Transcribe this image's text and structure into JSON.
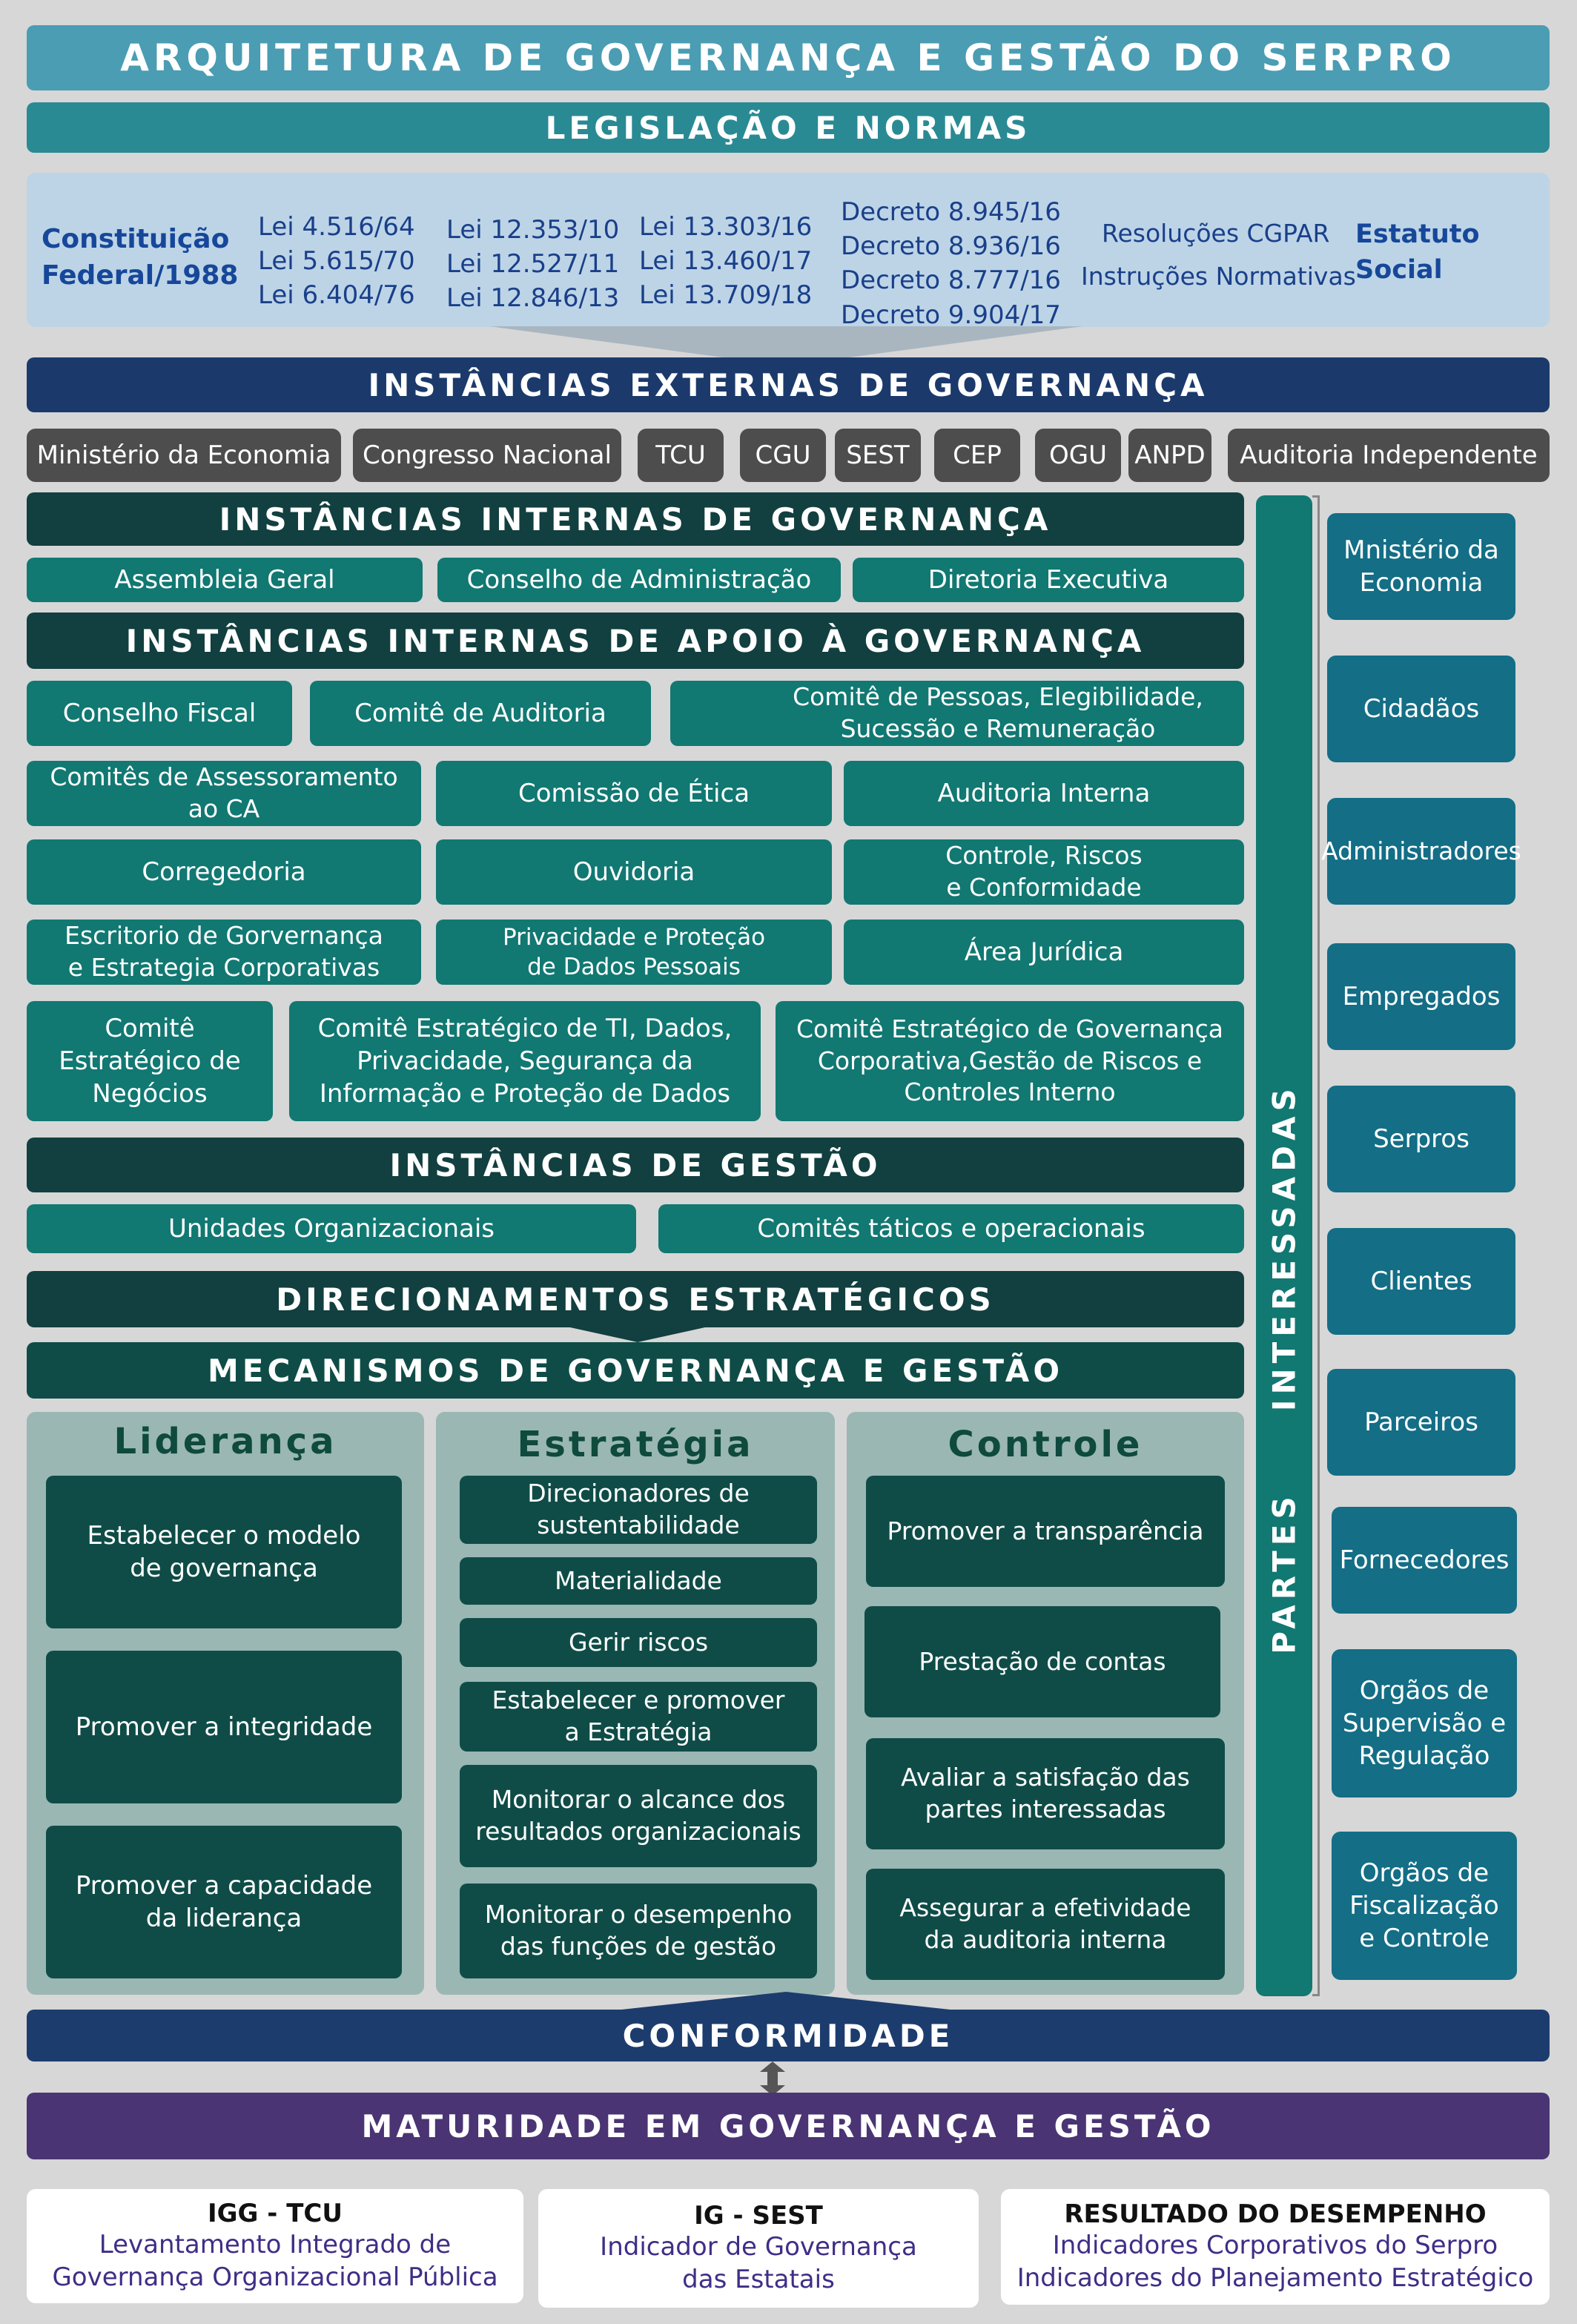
{
  "title": "ARQUITETURA DE GOVERNANÇA E GESTÃO DO SERPRO",
  "legislation": {
    "header": "LEGISLAÇÃO E NORMAS",
    "constitution": "Constituição\nFederal/1988",
    "col1": "Lei 4.516/64\nLei 5.615/70\nLei 6.404/76",
    "col2": "Lei 12.353/10\nLei 12.527/11\nLei 12.846/13",
    "col3": "Lei 13.303/16\nLei 13.460/17\nLei 13.709/18",
    "col4": "Decreto 8.945/16\nDecreto 8.936/16\nDecreto 8.777/16\nDecreto 9.904/17",
    "resolucoes": "Resoluções CGPAR",
    "instrucoes": "Instruções Normativas",
    "estatuto": "Estatuto Social"
  },
  "external": {
    "header": "INSTÂNCIAS EXTERNAS DE GOVERNANÇA",
    "items": [
      "Ministério da Economia",
      "Congresso Nacional",
      "TCU",
      "CGU",
      "SEST",
      "CEP",
      "OGU",
      "ANPD",
      "Auditoria Independente"
    ]
  },
  "internal": {
    "header": "INSTÂNCIAS INTERNAS DE GOVERNANÇA",
    "items": [
      "Assembleia Geral",
      "Conselho de Administração",
      "Diretoria Executiva"
    ]
  },
  "support": {
    "header": "INSTÂNCIAS INTERNAS DE APOIO À GOVERNANÇA",
    "row1": [
      "Conselho Fiscal",
      "Comitê de  Auditoria",
      "Comitê de Pessoas, Elegibilidade,\nSucessão e Remuneração"
    ],
    "row2": [
      "Comitês de Assessoramento\nao CA",
      "Comissão de Ética",
      "Auditoria Interna"
    ],
    "row3": [
      "Corregedoria",
      "Ouvidoria",
      "Controle, Riscos\ne Conformidade"
    ],
    "row4": [
      "Escritorio de Gorvernança\ne Estrategia Corporativas",
      "Privacidade e Proteção\nde Dados Pessoais",
      "Área Jurídica"
    ],
    "row5": [
      "Comitê\nEstratégico de\nNegócios",
      "Comitê Estratégico de TI, Dados,\nPrivacidade, Segurança da\nInformação e Proteção de Dados",
      "Comitê Estratégico de Governança\nCorporativa,Gestão de Riscos e\nControles Interno"
    ]
  },
  "management": {
    "header": "INSTÂNCIAS DE GESTÃO",
    "items": [
      "Unidades Organizacionais",
      "Comitês táticos e operacionais"
    ]
  },
  "strategic_header": "DIRECIONAMENTOS ESTRATÉGICOS",
  "mechanisms": {
    "header": "MECANISMOS DE GOVERNANÇA E GESTÃO",
    "lideranca": {
      "title": "Liderança",
      "items": [
        "Estabelecer o modelo\nde governança",
        "Promover a integridade",
        "Promover a capacidade\nda liderança"
      ]
    },
    "estrategia": {
      "title": "Estratégia",
      "items": [
        "Direcionadores de\nsustentabilidade",
        "Materialidade",
        "Gerir riscos",
        "Estabelecer e promover\na  Estratégia",
        "Monitorar o alcance dos\nresultados organizacionais",
        "Monitorar o desempenho\ndas funções de gestão"
      ]
    },
    "controle": {
      "title": "Controle",
      "items": [
        "Promover a transparência",
        "Prestação de contas",
        "Avaliar a satisfação das\npartes interessadas",
        "Assegurar a efetividade\nda auditoria interna"
      ]
    }
  },
  "stakeholders": {
    "label": "PARTES     INTERESSADAS",
    "items": [
      "Mnistério da\nEconomia",
      "Cidadãos",
      "Administradores",
      "Empregados",
      "Serpros",
      "Clientes",
      "Parceiros",
      "Fornecedores",
      "Orgãos de\nSupervisão e\nRegulação",
      "Orgãos de\nFiscalização\ne Controle"
    ]
  },
  "conformidade": "CONFORMIDADE",
  "maturidade": "MATURIDADE EM GOVERNANÇA E GESTÃO",
  "bottom": [
    {
      "title": "IGG - TCU",
      "text": "Levantamento  Integrado de\nGovernança Organizacional Pública"
    },
    {
      "title": "IG - SEST",
      "text": "Indicador de Governança\ndas Estatais"
    },
    {
      "title": "RESULTADO DO DESEMPENHO",
      "text": "Indicadores Corporativos do Serpro\nIndicadores do Planejamento Estratégico"
    }
  ],
  "colors": {
    "title_bar": "#4a9db3",
    "legislation_bar": "#2a8a94",
    "legislation_bg": "#bcd4e6",
    "external_bar": "#1b3a6b",
    "external_item": "#4d4d4d",
    "internal_bar": "#113e3b",
    "teal_box": "#117872",
    "mechanism_box": "#0f4c47",
    "panel": "#9ab7b3",
    "stakeholder": "#136e86",
    "conformidade": "#1c3c6e",
    "maturidade": "#4a3473"
  }
}
